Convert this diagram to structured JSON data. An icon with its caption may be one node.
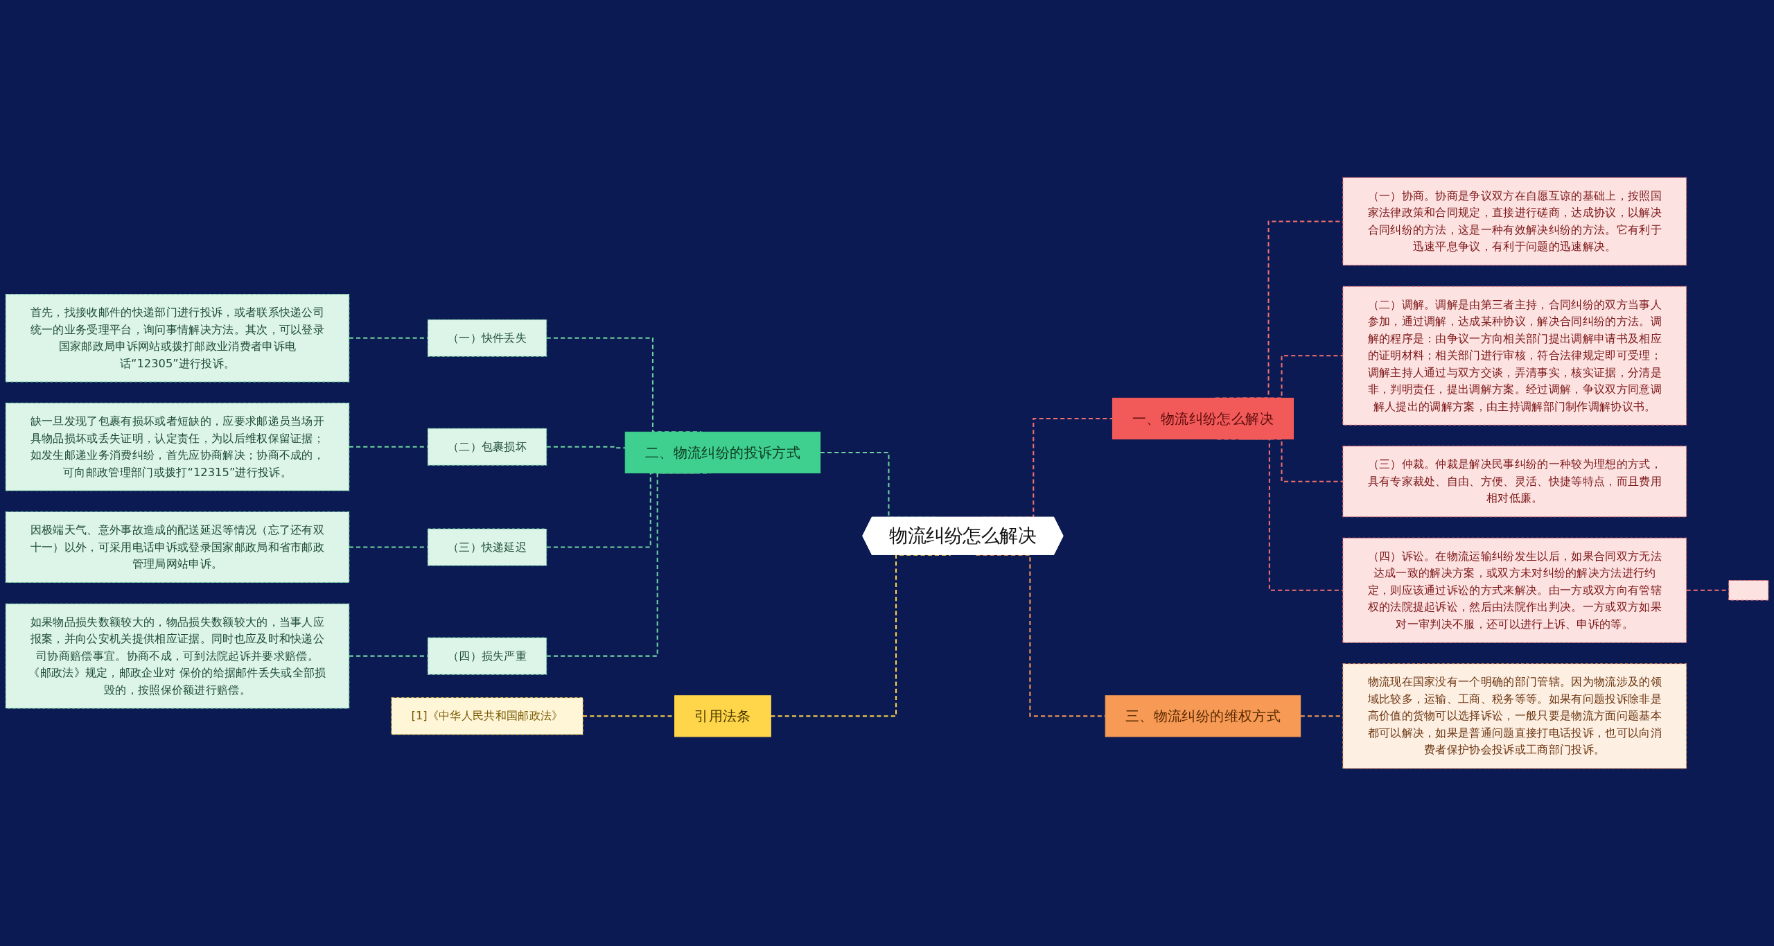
{
  "diagram": {
    "nodes": [
      {
        "text": [
          "物流纠纷怎么解决"
        ]
      },
      {
        "text": [
          "一、物流纠纷怎么解决"
        ]
      },
      {
        "text": [
          "（一）协商。协商是争议双方在自愿互谅的基础上，按照国家法律政策和合同规定，直接进行磋商，达成协议，以解决合同纠纷的方法，这是一种有效解决纠纷的方法。它有利于迅速平息争议，有利于问题的迅速解决。"
        ]
      },
      {
        "text": [
          "（二）调解。调解是由第三者主持，合同纠纷的双方当事人参加，通过调解，达成某种协议，解决合同纠纷的方法。调解的程序是：由争议一方向相关部门提出调解申请书及相应的证明材料；相关部门进行审核，符合法律规定即可受理；调解主持人通过与双方交谈，弄清事实，核实证据，分清是非，判明责任，提出调解方案。经过调解，争议双方同意调解人提出的调解方案，由主持调解部门制作调解协议书。"
        ]
      },
      {
        "text": [
          "（三）仲裁。仲裁是解决民事纠纷的一种较为理想的方式，具有专家裁处、自由、方便、灵活、快捷等特点，而且费用相对低廉。"
        ]
      },
      {
        "text": [
          "（四）诉讼。在物流运输纠纷发生以后，如果合同双方无法达成一致的解决方案，或双方未对纠纷的解决方法进行约定，则应该通过诉讼的方式来解决。由一方或双方向有管辖权的法院提起诉讼，然后由法院作出判决。一方或双方如果对一审判决不服，还可以进行上诉、申诉的等。"
        ]
      },
      {
        "text": [],
        "shape": "box"
      },
      {
        "text": [
          "三、物流纠纷的维权方式"
        ]
      },
      {
        "text": [
          "物流现在国家没有一个明确的部门管辖。因为物流涉及的领域比较多，运输、工商、税务等等。如果有问题投诉除非是高价值的货物可以选择诉讼，一般只要是物流方面问题基本都可以解决，如果是普通问题直接打电话投诉，也可以向消费者保护协会投诉或工商部门投诉。"
        ]
      },
      {
        "text": [
          "二、物流纠纷的投诉方式"
        ]
      },
      {
        "text": [
          "（一）快件丢失"
        ]
      },
      {
        "text": [
          "首先，找接收邮件的快递部门进行投诉，或者联系快递公司统一的业务受理平台，询问事情解决方法。其次，可以登录国家邮政局申诉网站或拨打邮政业消费者申诉电话“12305”进行投诉。"
        ]
      },
      {
        "text": [
          "（二）包裹损坏"
        ]
      },
      {
        "text": [
          "缺一旦发现了包裹有损坏或者短缺的，应要求邮递员当场开具物品损坏或丢失证明，认定责任，为以后维权保留证据；如发生邮递业务消费纠纷，首先应协商解决；协商不成的，可向邮政管理部门或拨打“12315”进行投诉。"
        ]
      },
      {
        "text": [
          "（三）快递延迟"
        ]
      },
      {
        "text": [
          "因极端天气、意外事故造成的配送延迟等情况（忘了还有双十一）以外，可采用电话申诉或登录国家邮政局和省市邮政管理局网站申诉。"
        ]
      },
      {
        "text": [
          "（四）损失严重"
        ]
      },
      {
        "text": [
          "如果物品损失数额较大的，物品损失数额较大的，当事人应报案，并向公安机关提供相应证据。同时也应及时和快递公司协商赔偿事宜。协商不成，可到法院起诉并要求赔偿。《邮政法》规定，邮政企业对 保价的给据邮件丢失或全部损毁的，按照保价额进行赔偿。"
        ]
      },
      {
        "text": [
          "引用法条"
        ]
      },
      {
        "text": [
          "[1]《中华人民共和国邮政法》"
        ]
      }
    ],
    "edges": [
      {
        "from": 0,
        "to": 1,
        "arrow": "none",
        "style": "dashed",
        "color": "#f07070"
      },
      {
        "from": 1,
        "to": 2,
        "arrow": "none",
        "style": "dashed",
        "color": "#f07070"
      },
      {
        "from": 1,
        "to": 3,
        "arrow": "none",
        "style": "dashed",
        "color": "#f07070"
      },
      {
        "from": 1,
        "to": 4,
        "arrow": "none",
        "style": "dashed",
        "color": "#f07070"
      },
      {
        "from": 1,
        "to": 5,
        "arrow": "none",
        "style": "dashed",
        "color": "#f07070"
      },
      {
        "from": 5,
        "to": 6,
        "arrow": "none",
        "style": "dashed",
        "color": "#f07070"
      },
      {
        "from": 0,
        "to": 7,
        "arrow": "none",
        "style": "dashed",
        "color": "#f79a55"
      },
      {
        "from": 7,
        "to": 8,
        "arrow": "none",
        "style": "dashed",
        "color": "#f79a55"
      },
      {
        "from": 9,
        "to": 0,
        "arrow": "none",
        "style": "dashed"
      },
      {
        "from": 10,
        "to": 9,
        "arrow": "none",
        "style": "dashed"
      },
      {
        "from": 11,
        "to": 10,
        "arrow": "none",
        "style": "dashed"
      },
      {
        "from": 12,
        "to": 9,
        "arrow": "none",
        "style": "dashed"
      },
      {
        "from": 13,
        "to": 12,
        "arrow": "none",
        "style": "dashed"
      },
      {
        "from": 14,
        "to": 9,
        "arrow": "none",
        "style": "dashed"
      },
      {
        "from": 15,
        "to": 14,
        "arrow": "none",
        "style": "dashed"
      },
      {
        "from": 16,
        "to": 9,
        "arrow": "none",
        "style": "dashed"
      },
      {
        "from": 17,
        "to": 16,
        "arrow": "none",
        "style": "dashed"
      },
      {
        "from": 18,
        "to": 0,
        "arrow": "none",
        "style": "dashed",
        "color": "#ffd54a"
      },
      {
        "from": 19,
        "to": 18,
        "arrow": "none",
        "style": "dashed",
        "color": "#ffd54a"
      }
    ]
  }
}
